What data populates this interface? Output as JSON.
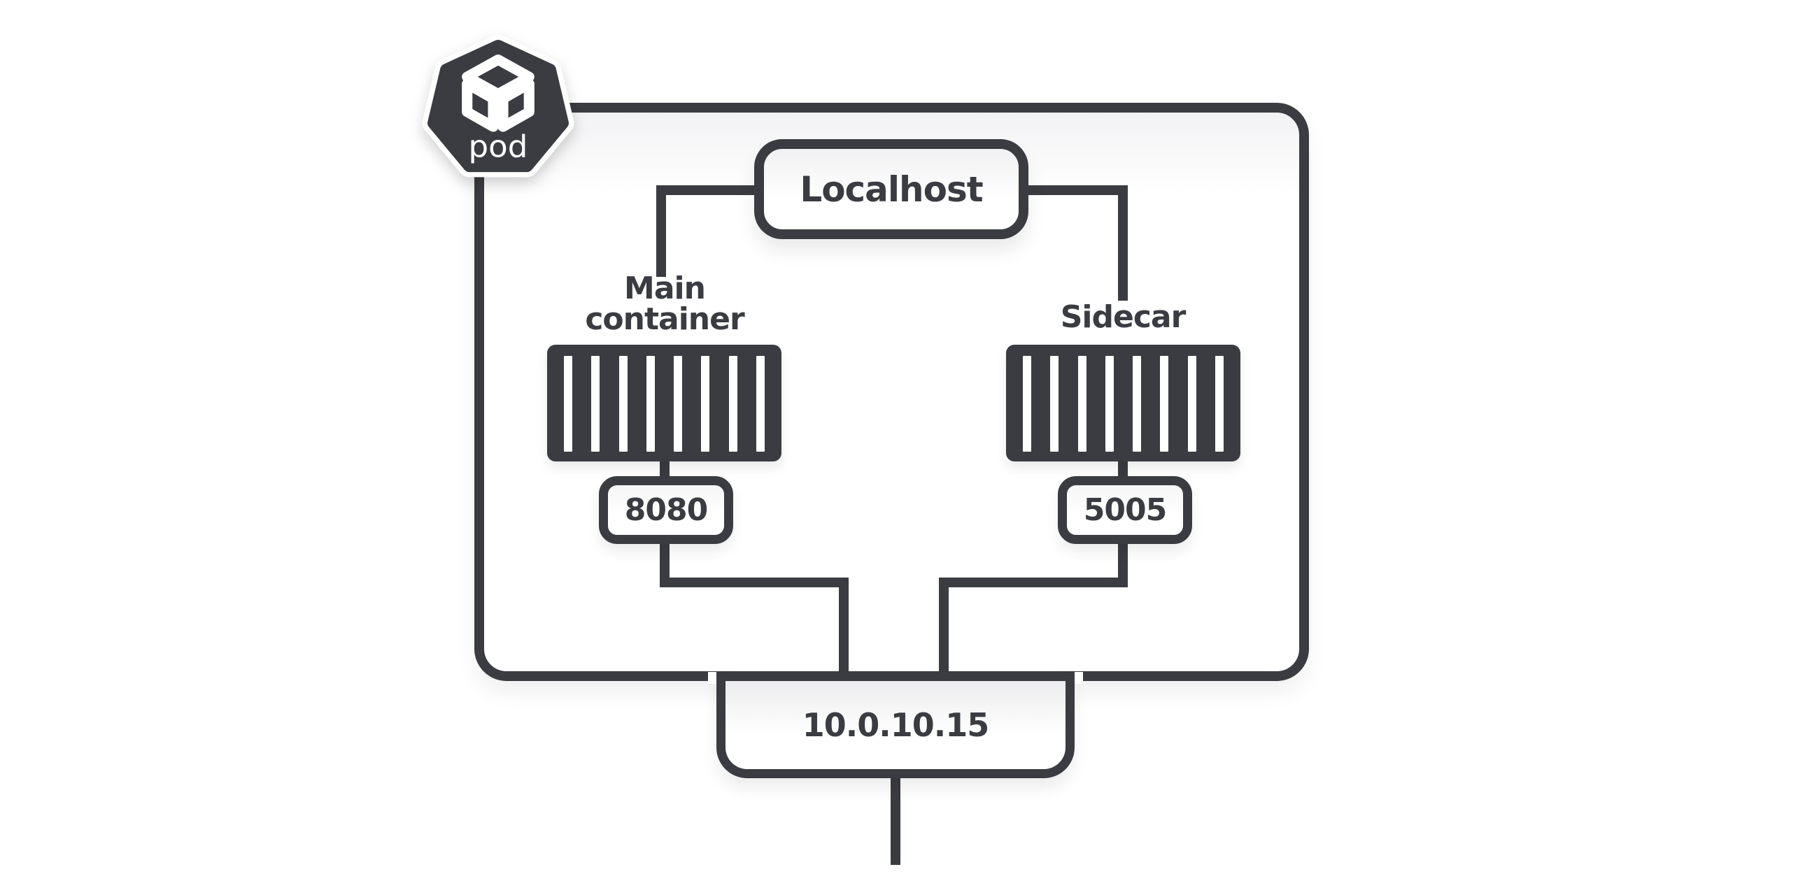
{
  "diagram": {
    "pod_badge_label": "pod",
    "localhost_label": "Localhost",
    "main_container": {
      "label": "Main container",
      "port": "8080"
    },
    "sidecar": {
      "label": "Sidecar",
      "port": "5005"
    },
    "pod_ip": "10.0.10.15",
    "colors": {
      "ink": "#3a3c42",
      "surface": "#ffffff"
    }
  }
}
